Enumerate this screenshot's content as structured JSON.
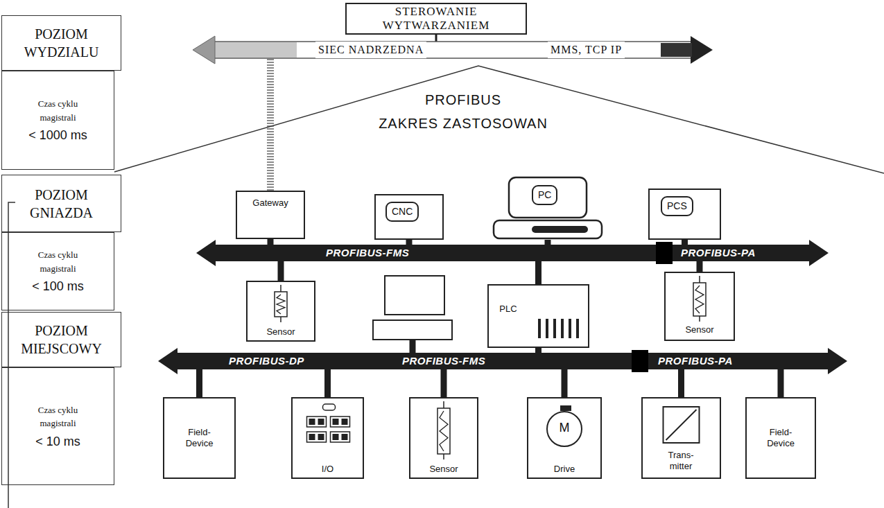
{
  "diagram": {
    "nodes": [
      {
        "text": [
          "POZIOM WYDZIALU"
        ]
      },
      {
        "text": [
          "Czas cyklu magistrali",
          "< 1000 ms"
        ]
      },
      {
        "text": [
          "POZIOM GNIAZDA"
        ]
      },
      {
        "text": [
          "Czas cyklu magistrali",
          "< 100 ms"
        ]
      },
      {
        "text": [
          "POZIOM MIEJSCOWY"
        ]
      },
      {
        "text": [
          "Czas cyklu magistrali",
          "< 10 ms"
        ]
      },
      {
        "text": [
          "STEROWANIE WYTWARZANIEM"
        ]
      },
      {
        "text": [
          "SIEC NADRZEDNA",
          "MMS, TCP IP"
        ]
      },
      {
        "text": [
          "PROFIBUS",
          "ZAKRES ZASTOSOWAN"
        ]
      },
      {
        "text": [
          "Gateway"
        ],
        "in": 8
      },
      {
        "text": [
          "CNC"
        ],
        "in": 8
      },
      {
        "text": [
          "PC"
        ],
        "in": 8
      },
      {
        "text": [
          "PCS"
        ],
        "in": 8
      },
      {
        "text": [
          "PROFIBUS-FMS"
        ],
        "in": 8
      },
      {
        "text": [
          "PROFIBUS-PA"
        ],
        "in": 8
      },
      {
        "text": [
          "Sensor"
        ],
        "in": 8
      },
      {
        "text": [
          "PLC"
        ],
        "in": 8
      },
      {
        "text": [
          "Sensor"
        ],
        "in": 8
      },
      {
        "text": [
          "PROFIBUS-DP"
        ],
        "in": 8
      },
      {
        "text": [
          "PROFIBUS-FMS"
        ],
        "in": 8
      },
      {
        "text": [
          "PROFIBUS-PA"
        ],
        "in": 8
      },
      {
        "text": [
          "Field-Device"
        ],
        "in": 8
      },
      {
        "text": [
          "I/O"
        ],
        "in": 8
      },
      {
        "text": [
          "Sensor"
        ],
        "in": 8
      },
      {
        "text": [
          "M",
          "Drive"
        ],
        "in": 8
      },
      {
        "text": [
          "Trans-mitter"
        ],
        "in": 8
      },
      {
        "text": [
          "Field-Device"
        ],
        "in": 8
      }
    ],
    "edges": [
      {
        "from": 6,
        "to": 7,
        "arrow": "none"
      },
      {
        "from": 9,
        "to": 7,
        "arrow": "none"
      },
      {
        "from": 9,
        "to": 13,
        "arrow": "none"
      },
      {
        "from": 10,
        "to": 13,
        "arrow": "none"
      },
      {
        "from": 11,
        "to": 13,
        "arrow": "none"
      },
      {
        "from": 12,
        "to": 14,
        "arrow": "none"
      },
      {
        "from": 15,
        "to": 13,
        "arrow": "none"
      },
      {
        "from": 16,
        "to": 13,
        "arrow": "none"
      },
      {
        "from": 17,
        "to": 14,
        "arrow": "none"
      },
      {
        "from": 16,
        "to": 19,
        "arrow": "none"
      },
      {
        "from": 18,
        "to": 21,
        "arrow": "none"
      },
      {
        "from": 18,
        "to": 22,
        "arrow": "none"
      },
      {
        "from": 19,
        "to": 23,
        "arrow": "none"
      },
      {
        "from": 19,
        "to": 24,
        "arrow": "none"
      },
      {
        "from": 20,
        "to": 25,
        "arrow": "none"
      },
      {
        "from": 20,
        "to": 26,
        "arrow": "none"
      }
    ]
  }
}
